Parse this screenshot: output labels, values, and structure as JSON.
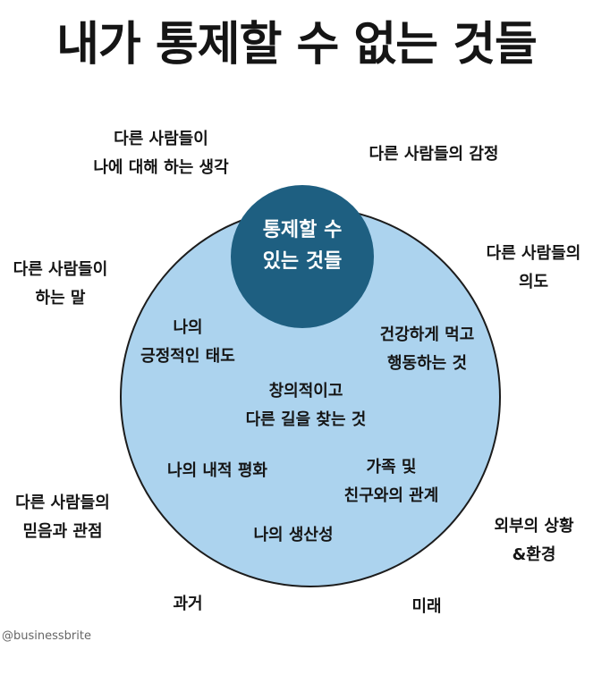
{
  "title": "내가 통제할 수 없는 것들",
  "center": {
    "line1": "통제할 수",
    "line2": "있는 것들"
  },
  "outside_items": [
    {
      "line1": "다른 사람들이",
      "line2": "나에 대해 하는 생각"
    },
    {
      "line1": "다른 사람들의 감정",
      "line2": ""
    },
    {
      "line1": "다른 사람들이",
      "line2": "하는 말"
    },
    {
      "line1": "다른 사람들의",
      "line2": "의도"
    },
    {
      "line1": "다른 사람들의",
      "line2": "믿음과 관점"
    },
    {
      "line1": "외부의 상황",
      "line2": "&환경"
    },
    {
      "line1": "과거",
      "line2": ""
    },
    {
      "line1": "미래",
      "line2": ""
    }
  ],
  "inside_items": [
    {
      "line1": "나의",
      "line2": "긍정적인 태도"
    },
    {
      "line1": "건강하게 먹고",
      "line2": "행동하는 것"
    },
    {
      "line1": "창의적이고",
      "line2": "다른 길을 찾는 것"
    },
    {
      "line1": "나의 내적 평화",
      "line2": ""
    },
    {
      "line1": "가족 및",
      "line2": "친구와의 관계"
    },
    {
      "line1": "나의 생산성",
      "line2": ""
    }
  ],
  "credit": "@businessbrite",
  "colors": {
    "outer_circle": "#acd3ee",
    "inner_circle": "#1e5f81",
    "text": "#151515"
  }
}
